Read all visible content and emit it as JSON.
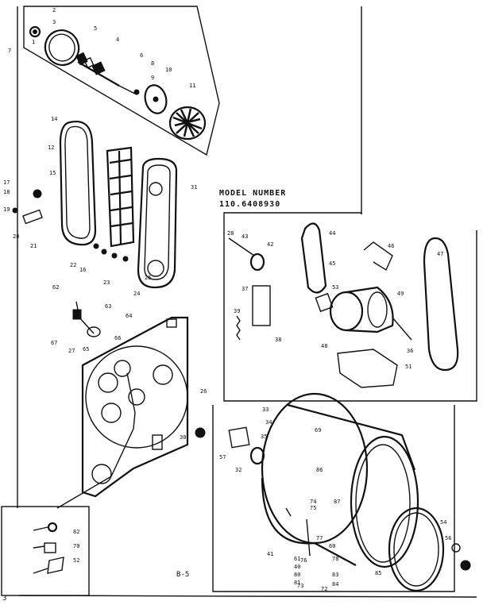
{
  "header": {
    "model_label": "MODEL NUMBER",
    "model_number": "110.6408930"
  },
  "footer": {
    "page_ref": "B-5",
    "corner_mark": "3"
  },
  "callouts": [
    "1",
    "2",
    "3",
    "4",
    "5",
    "6",
    "7",
    "8",
    "9",
    "10",
    "11",
    "12",
    "14",
    "15",
    "16",
    "17",
    "18",
    "19",
    "20",
    "21",
    "22",
    "23",
    "24",
    "25",
    "26",
    "27",
    "28",
    "30",
    "31",
    "32",
    "33",
    "34",
    "35",
    "36",
    "37",
    "38",
    "39",
    "40",
    "41",
    "42",
    "43",
    "44",
    "45",
    "46",
    "47",
    "48",
    "49",
    "51",
    "52",
    "53",
    "54",
    "56",
    "57",
    "60",
    "61",
    "62",
    "63",
    "64",
    "65",
    "66",
    "67",
    "69",
    "70",
    "72",
    "73",
    "74",
    "75",
    "76",
    "77",
    "78",
    "80",
    "81",
    "82",
    "83",
    "84",
    "85",
    "86",
    "87"
  ]
}
